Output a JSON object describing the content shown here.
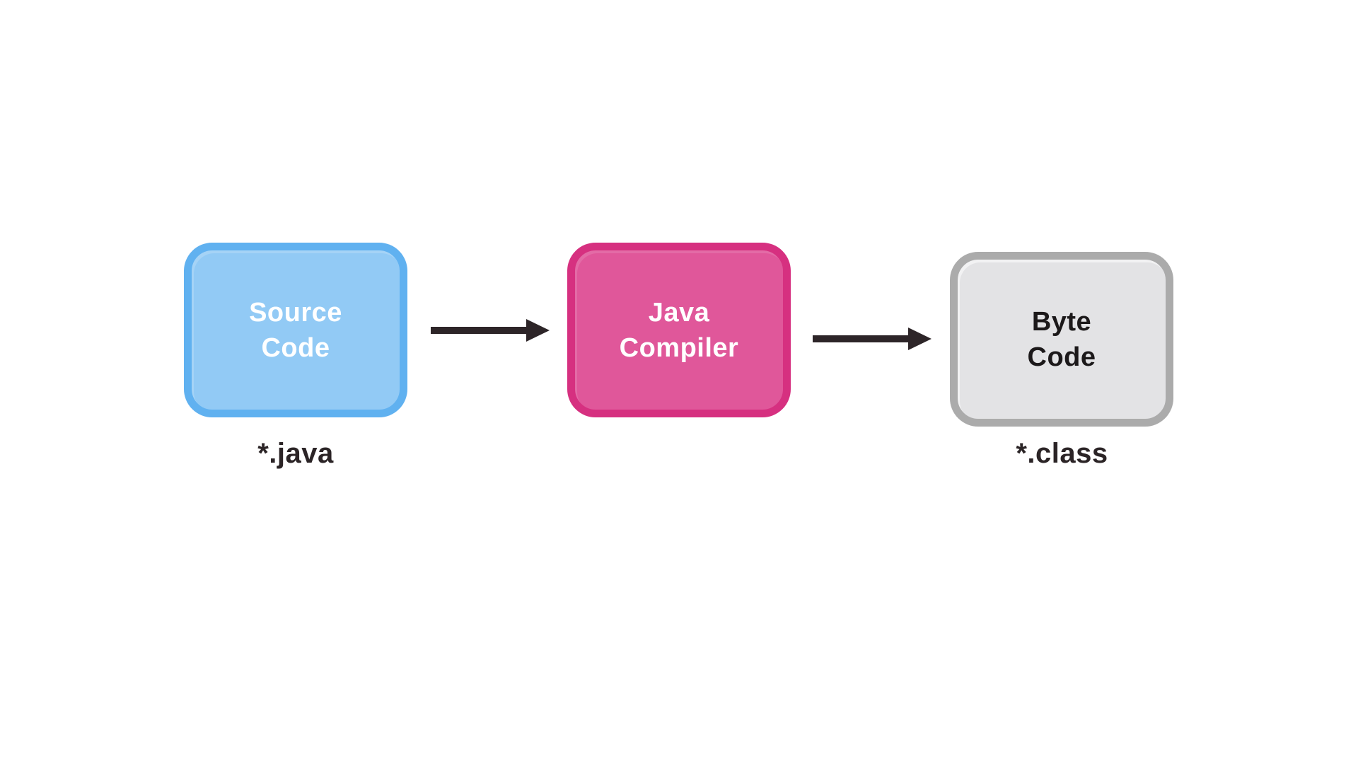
{
  "diagram": {
    "background_color": "#ffffff",
    "arrow_color": "#2d2528",
    "label_color": "#2b2426",
    "nodes": [
      {
        "id": "source-code",
        "line1": "Source",
        "line2": "Code",
        "fill": "#92caf5",
        "border": "#60b1f0",
        "text_color": "#ffffff",
        "file_label": "*.java"
      },
      {
        "id": "java-compiler",
        "line1": "Java",
        "line2": "Compiler",
        "fill": "#e0579a",
        "border": "#d63080",
        "text_color": "#ffffff"
      },
      {
        "id": "byte-code",
        "line1": "Byte",
        "line2": "Code",
        "fill": "#e3e3e5",
        "border": "#ababab",
        "text_color": "#1c191a",
        "file_label": "*.class"
      }
    ]
  }
}
